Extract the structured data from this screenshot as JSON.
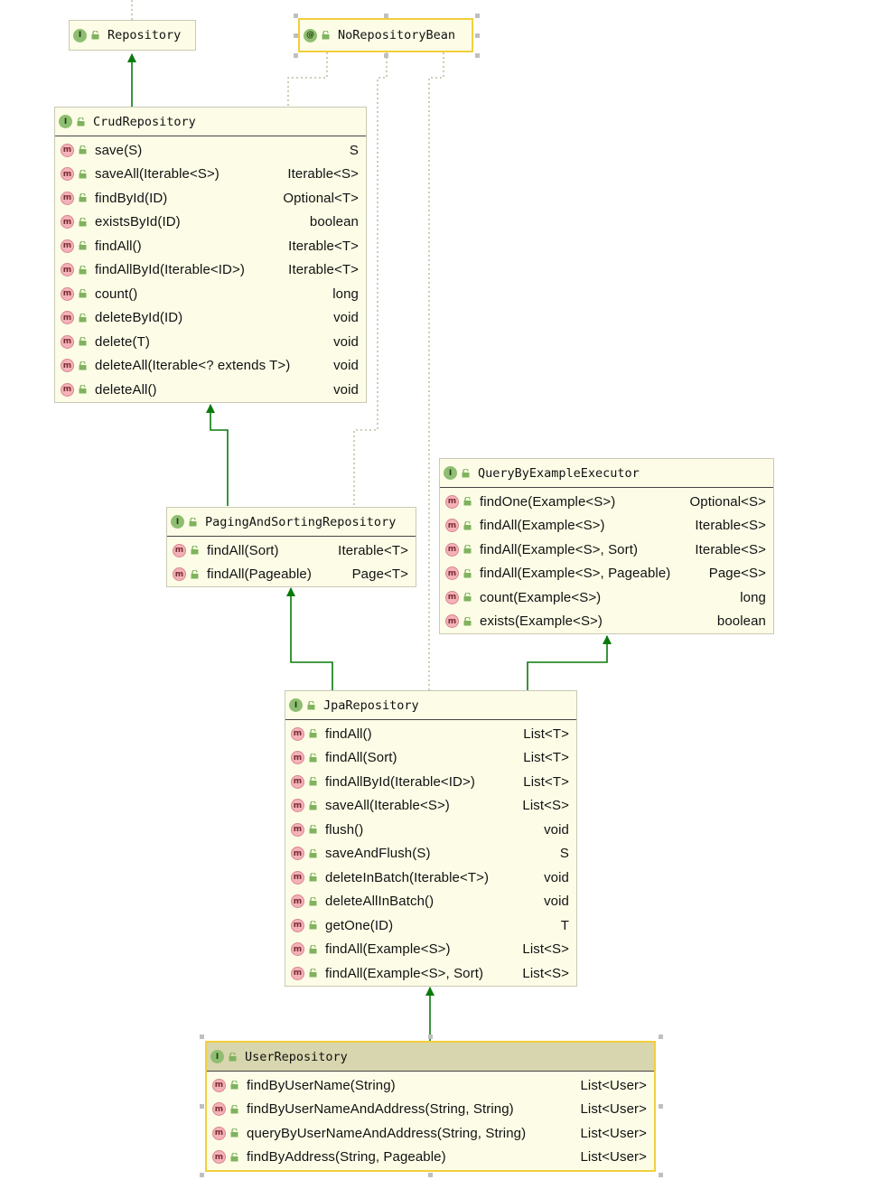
{
  "nodes": {
    "repository": {
      "title": "Repository",
      "badge": "I"
    },
    "no_repository_bean": {
      "title": "NoRepositoryBean",
      "badge": "@"
    },
    "crud_repository": {
      "title": "CrudRepository",
      "badge": "I",
      "methods": [
        {
          "sig": "save(S)",
          "ret": "S"
        },
        {
          "sig": "saveAll(Iterable<S>)",
          "ret": "Iterable<S>"
        },
        {
          "sig": "findById(ID)",
          "ret": "Optional<T>"
        },
        {
          "sig": "existsById(ID)",
          "ret": "boolean"
        },
        {
          "sig": "findAll()",
          "ret": "Iterable<T>"
        },
        {
          "sig": "findAllById(Iterable<ID>)",
          "ret": "Iterable<T>"
        },
        {
          "sig": "count()",
          "ret": "long"
        },
        {
          "sig": "deleteById(ID)",
          "ret": "void"
        },
        {
          "sig": "delete(T)",
          "ret": "void"
        },
        {
          "sig": "deleteAll(Iterable<? extends T>)",
          "ret": "void"
        },
        {
          "sig": "deleteAll()",
          "ret": "void"
        }
      ]
    },
    "query_by_example_executor": {
      "title": "QueryByExampleExecutor",
      "badge": "I",
      "methods": [
        {
          "sig": "findOne(Example<S>)",
          "ret": "Optional<S>"
        },
        {
          "sig": "findAll(Example<S>)",
          "ret": "Iterable<S>"
        },
        {
          "sig": "findAll(Example<S>, Sort)",
          "ret": "Iterable<S>"
        },
        {
          "sig": "findAll(Example<S>, Pageable)",
          "ret": "Page<S>"
        },
        {
          "sig": "count(Example<S>)",
          "ret": "long"
        },
        {
          "sig": "exists(Example<S>)",
          "ret": "boolean"
        }
      ]
    },
    "paging_and_sorting_repository": {
      "title": "PagingAndSortingRepository",
      "badge": "I",
      "methods": [
        {
          "sig": "findAll(Sort)",
          "ret": "Iterable<T>"
        },
        {
          "sig": "findAll(Pageable)",
          "ret": "Page<T>"
        }
      ]
    },
    "jpa_repository": {
      "title": "JpaRepository",
      "badge": "I",
      "methods": [
        {
          "sig": "findAll()",
          "ret": "List<T>"
        },
        {
          "sig": "findAll(Sort)",
          "ret": "List<T>"
        },
        {
          "sig": "findAllById(Iterable<ID>)",
          "ret": "List<T>"
        },
        {
          "sig": "saveAll(Iterable<S>)",
          "ret": "List<S>"
        },
        {
          "sig": "flush()",
          "ret": "void"
        },
        {
          "sig": "saveAndFlush(S)",
          "ret": "S"
        },
        {
          "sig": "deleteInBatch(Iterable<T>)",
          "ret": "void"
        },
        {
          "sig": "deleteAllInBatch()",
          "ret": "void"
        },
        {
          "sig": "getOne(ID)",
          "ret": "T"
        },
        {
          "sig": "findAll(Example<S>)",
          "ret": "List<S>"
        },
        {
          "sig": "findAll(Example<S>, Sort)",
          "ret": "List<S>"
        }
      ]
    },
    "user_repository": {
      "title": "UserRepository",
      "badge": "I",
      "methods": [
        {
          "sig": "findByUserName(String)",
          "ret": "List<User>"
        },
        {
          "sig": "findByUserNameAndAddress(String, String)",
          "ret": "List<User>"
        },
        {
          "sig": "queryByUserNameAndAddress(String, String)",
          "ret": "List<User>"
        },
        {
          "sig": "findByAddress(String, Pageable)",
          "ret": "List<User>"
        }
      ]
    }
  },
  "method_badge": "m",
  "colors": {
    "node_fill": "#fdfde7",
    "selected_header": "#d8d6ae",
    "selection_border": "#f2cf3c",
    "inherit_arrow": "#0a7a0a",
    "annotation_link": "#b5b08a"
  }
}
